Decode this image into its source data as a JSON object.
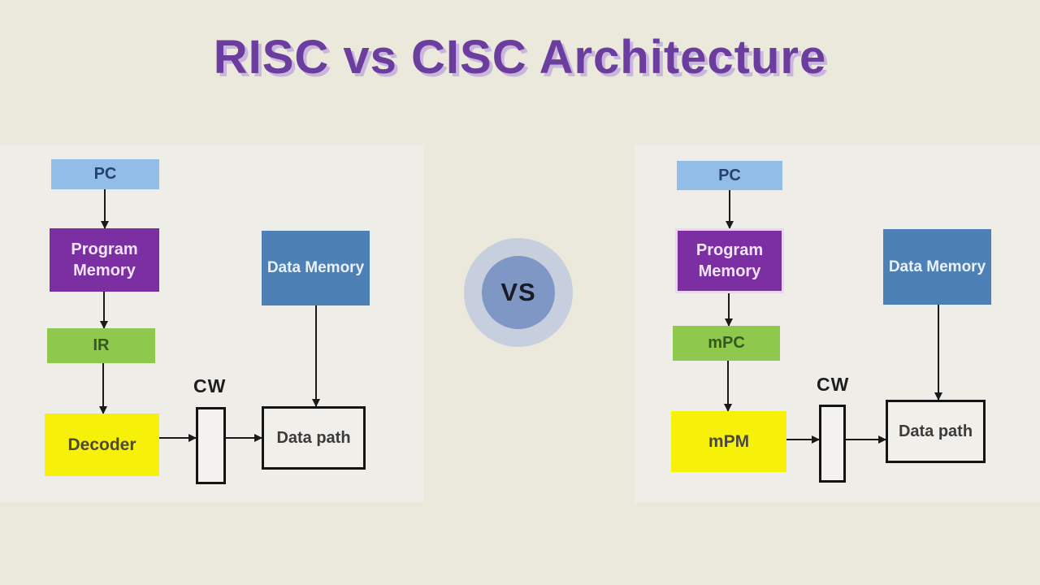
{
  "title": "RISC vs CISC Architecture",
  "vs": "VS",
  "risc": {
    "pc": "PC",
    "program_memory": "Program Memory",
    "ir": "IR",
    "decoder": "Decoder",
    "cw": "CW",
    "data_memory": "Data Memory",
    "data_path": "Data path"
  },
  "cisc": {
    "pc": "PC",
    "program_memory": "Program Memory",
    "mpc": "mPC",
    "mpm": "mPM",
    "cw": "CW",
    "data_memory": "Data Memory",
    "data_path": "Data path"
  },
  "colors": {
    "background": "#ebe8dc",
    "panel": "#efede8",
    "title": "#6b3d9e",
    "title_shadow": "#c9b6dc",
    "pc_fill": "#93bde9",
    "program_memory_fill": "#7b2fa3",
    "green_fill": "#8ec84c",
    "yellow_fill": "#f7f10a",
    "data_memory_fill": "#4d80b5",
    "arrow": "#1a1a1a",
    "vs_outer": "#c7cfdf",
    "vs_inner": "#7e97c5"
  }
}
